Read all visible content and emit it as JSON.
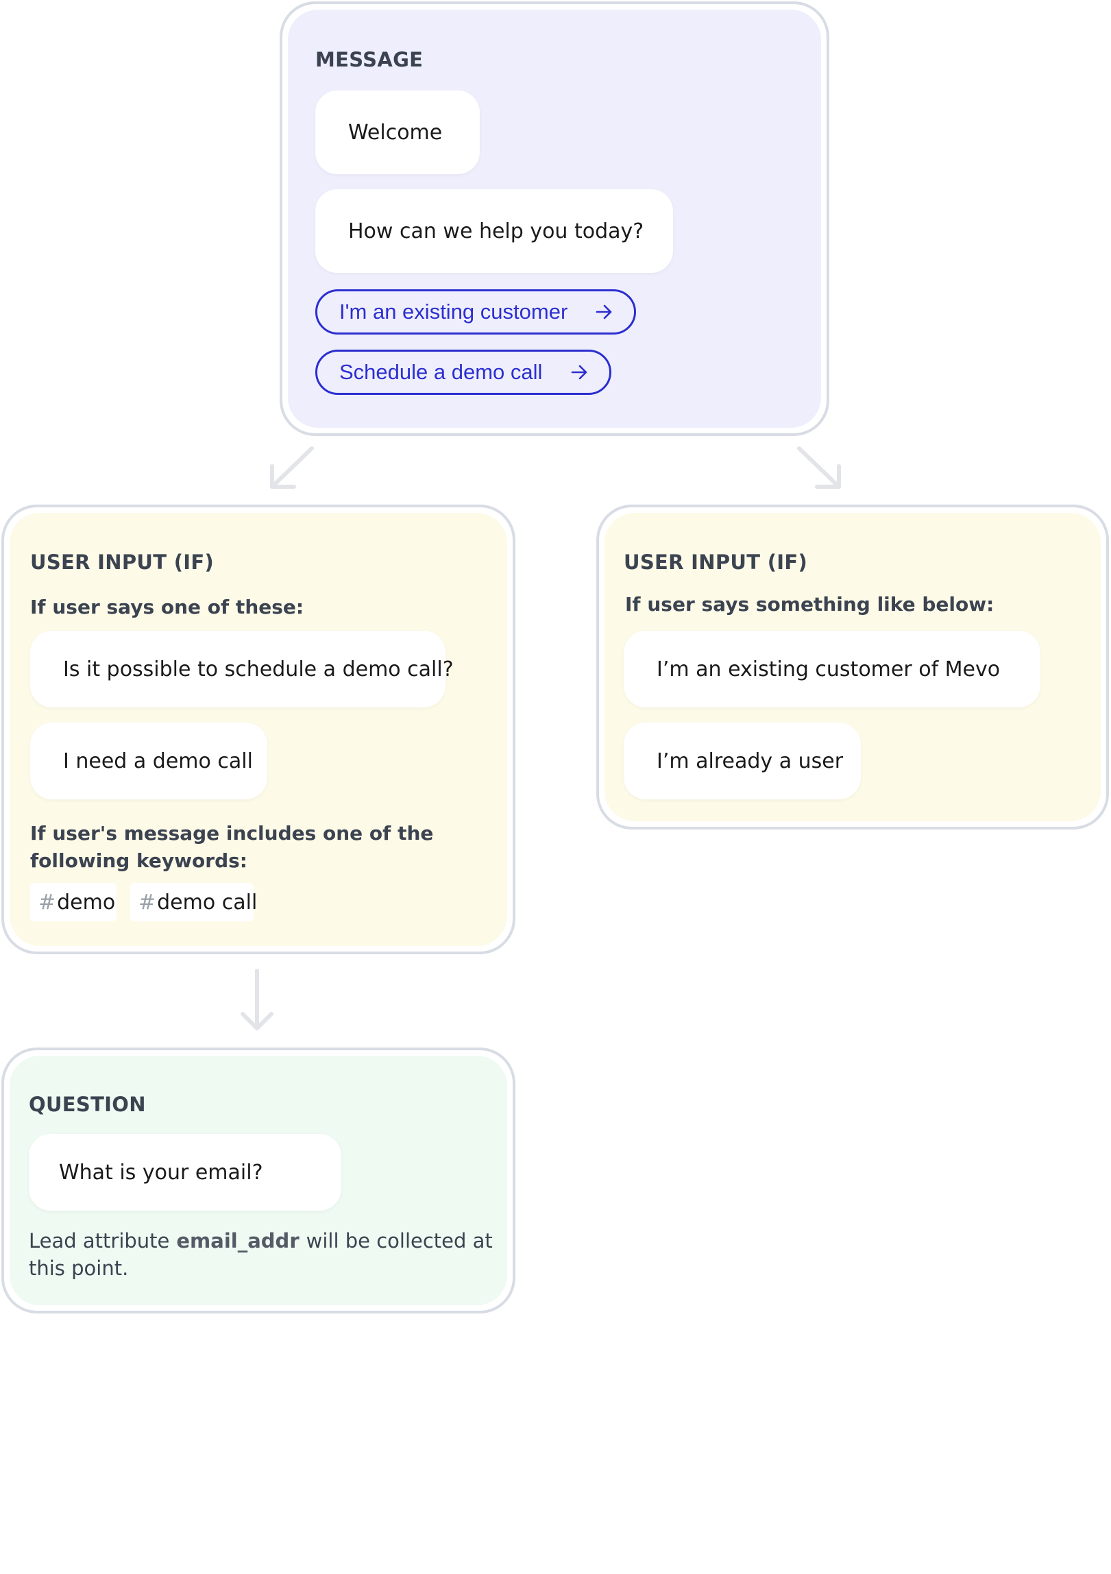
{
  "message_node": {
    "title": "MESSAGE",
    "bubbles": [
      "Welcome",
      "How can we help you today?"
    ],
    "quick_replies": [
      "I'm an existing customer",
      "Schedule a demo call"
    ]
  },
  "left_input_node": {
    "title": "USER INPUT (IF)",
    "says_label": "If user says one of these:",
    "phrases": [
      "Is it possible to schedule a demo call?",
      "I need a demo call"
    ],
    "keywords_label": "If user's message includes one of the following keywords:",
    "keyword_hash": "#",
    "keywords": [
      "demo",
      "demo call"
    ]
  },
  "right_input_node": {
    "title": "USER INPUT (IF)",
    "says_label": "If user says something like below:",
    "phrases": [
      "I’m an existing customer of Mevo",
      "I’m already a user"
    ]
  },
  "question_node": {
    "title": "QUESTION",
    "bubble": "What is your email?",
    "lead_prefix": "Lead attribute",
    "lead_attr": "email_addr",
    "lead_suffix": "will be collected at this point."
  },
  "colors": {
    "message_bg": "#efeefc",
    "user_input_bg": "#fdfae8",
    "question_bg": "#eefaf2",
    "accent": "#2b2fd0",
    "connector": "#e2e4e8"
  },
  "icons": {
    "quick_reply": "arrow-right-icon",
    "connectors": [
      "arrow-down-left-icon",
      "arrow-down-right-icon",
      "arrow-down-icon"
    ]
  }
}
